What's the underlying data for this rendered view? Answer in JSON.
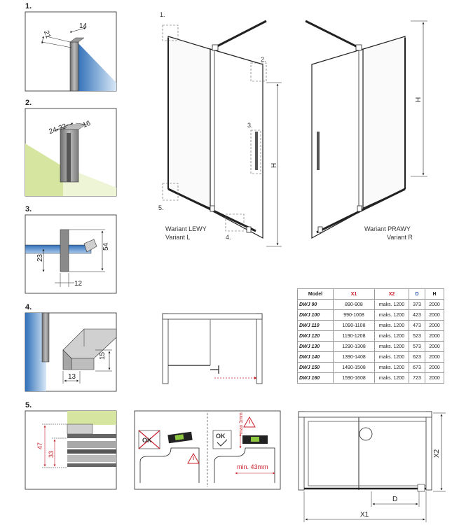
{
  "details": [
    {
      "number": "1.",
      "dims": [
        "21",
        "14"
      ]
    },
    {
      "number": "2.",
      "dims": [
        "24-32",
        "16"
      ]
    },
    {
      "number": "3.",
      "dims": [
        "54",
        "23",
        "12"
      ]
    },
    {
      "number": "4.",
      "dims": [
        "15",
        "13"
      ]
    },
    {
      "number": "5.",
      "dims": [
        "47",
        "33"
      ]
    }
  ],
  "main_callouts": [
    "1.",
    "2.",
    "3.",
    "4.",
    "5."
  ],
  "dimension_H": "H",
  "variant_left": {
    "line1": "Wariant LEWY",
    "line2": "Variant L"
  },
  "variant_right": {
    "line1": "Wariant PRAWY",
    "line2": "Variant R"
  },
  "level_panel": {
    "ok_crossed": "OK",
    "ok_checked": "OK",
    "max_label": "max 1mm",
    "min_label": "min. 43mm"
  },
  "plan_dims": {
    "x1": "X1",
    "x2": "X2",
    "d": "D"
  },
  "table": {
    "headers": [
      "Model",
      "X1",
      "X2",
      "D",
      "H"
    ],
    "rows": [
      [
        "DWJ 90",
        "890-908",
        "maks. 1200",
        "373",
        "2000"
      ],
      [
        "DWJ 100",
        "990-1008",
        "maks. 1200",
        "423",
        "2000"
      ],
      [
        "DWJ 110",
        "1090-1108",
        "maks. 1200",
        "473",
        "2000"
      ],
      [
        "DWJ 120",
        "1190-1208",
        "maks. 1200",
        "523",
        "2000"
      ],
      [
        "DWJ 130",
        "1290-1308",
        "maks. 1200",
        "573",
        "2000"
      ],
      [
        "DWJ 140",
        "1390-1408",
        "maks. 1200",
        "623",
        "2000"
      ],
      [
        "DWJ 150",
        "1490-1508",
        "maks. 1200",
        "673",
        "2000"
      ],
      [
        "DWJ 160",
        "1590-1608",
        "maks. 1200",
        "723",
        "2000"
      ]
    ]
  },
  "colors": {
    "glass": "#4f86c6",
    "accent": "#c8202a",
    "wall": "#d6e6a0",
    "profile": "#777777"
  }
}
